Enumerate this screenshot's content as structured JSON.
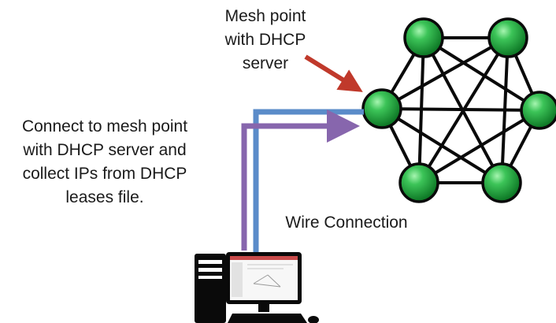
{
  "labels": {
    "mesh_point": [
      "Mesh point",
      "with DHCP",
      "server"
    ],
    "connect": [
      "Connect to mesh point",
      "with DHCP server and",
      "collect IPs from DHCP",
      "leases file."
    ],
    "wire": "Wire Connection"
  },
  "colors": {
    "node_fill": "#1fa83e",
    "node_highlight": "#8ef29c",
    "node_stroke": "#0a0a0a",
    "mesh_link": "#0a0a0a",
    "blue_wire": "#5b8cc9",
    "purple_wire": "#8766ad",
    "red_arrow": "#c0392b",
    "computer_body": "#0a0a0a"
  },
  "icons": {
    "node": "mesh-node-icon",
    "computer": "desktop-computer-icon"
  }
}
